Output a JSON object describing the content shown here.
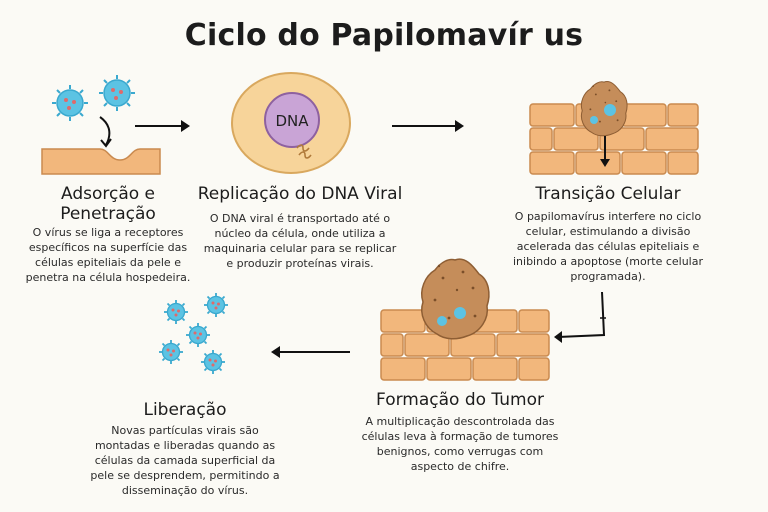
{
  "title": "Ciclo do Papilomavír us",
  "stages": [
    {
      "heading": "Adsorção e Penetração",
      "description": "O vírus se liga a receptores específicos na superfície das células epiteliais da pele e penetra na célula hospedeira."
    },
    {
      "heading": "Replicação do DNA Viral",
      "description": "O DNA viral é transportado até o núcleo da célula, onde utiliza a maquinaria celular para se replicar e produzir proteínas virais."
    },
    {
      "heading": "Transição Celular",
      "description": "O papilomavírus interfere no ciclo celular, estimulando a divisão acelerada das células epiteliais e inibindo a apoptose (morte celular programada)."
    },
    {
      "heading": "Formação do Tumor",
      "description": "A multiplicação descontrolada das células leva à formação de tumores benignos, como verrugas com aspecto de chifre."
    },
    {
      "heading": "Liberação",
      "description": "Novas partículas virais são montadas e liberadas quando as células da camada superficial da pele se desprendem, permitindo a disseminação do vírus."
    }
  ],
  "nucleus_label": "DNA",
  "colors": {
    "virus": "#5cc3e3",
    "virus_spots": "#e06a6a",
    "cell": "#f7d49a",
    "nucleus": "#c9a4d6",
    "brick": "#f2b77c",
    "mortar": "#c98a4f",
    "tumor": "#c58d5a"
  }
}
